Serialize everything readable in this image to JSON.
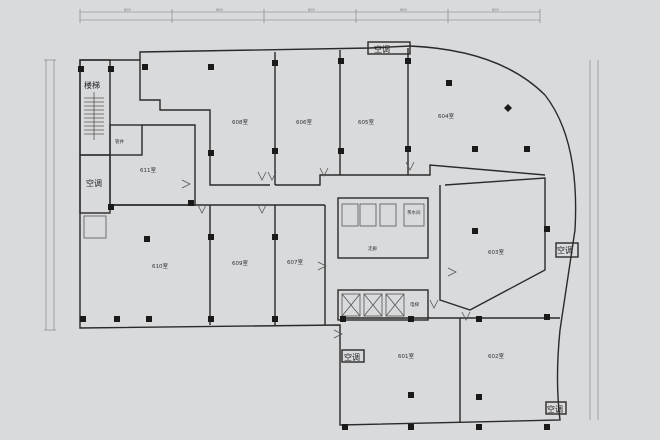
{
  "rooms": {
    "r601": "601室",
    "r602": "602室",
    "r603": "603室",
    "r604": "604室",
    "r605": "605室",
    "r606": "606室",
    "r607": "607室",
    "r608": "608室",
    "r609": "609室",
    "r610": "610室",
    "r611": "611室"
  },
  "zones": {
    "stairs": "楼梯",
    "aircon_top": "空调",
    "aircon_left": "空调",
    "aircon_right": "空调",
    "aircon_bottom_left": "空调",
    "aircon_bottom_right": "空调",
    "utility": "电梯",
    "pantry": "茶水间",
    "corridor": "走廊",
    "shaft": "管井"
  },
  "dimensions": [
    "600",
    "600",
    "600",
    "600",
    "600"
  ]
}
